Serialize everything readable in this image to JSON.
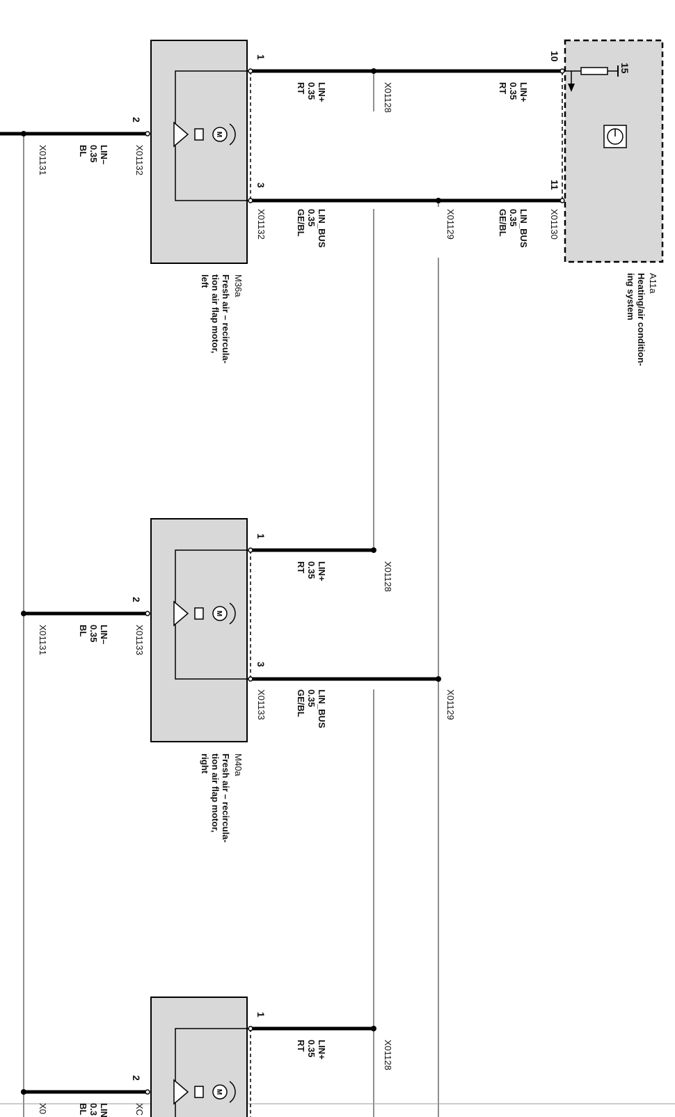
{
  "control_unit": {
    "id": "A11a",
    "name_lines": [
      "Heating/air condition-",
      "ing system"
    ],
    "pin_top": "10",
    "pin_bottom": "11",
    "pin_supply": "15",
    "connector": "X01130",
    "wire_top": [
      "LIN+",
      "0.35",
      "RT"
    ],
    "wire_bottom": [
      "LIN_BUS",
      "0.35",
      "GE/BL"
    ]
  },
  "splices": {
    "lin_plus": "X01128",
    "lin_bus": "X01129",
    "lin_minus": "X01131"
  },
  "motors": [
    {
      "id": "M36a",
      "name_lines": [
        "Fresh air – recircula-",
        "tion air flap motor,",
        "left"
      ],
      "connector": "X01132",
      "pins": [
        "1",
        "2",
        "3"
      ],
      "wire_pin1": [
        "LIN+",
        "0.35",
        "RT"
      ],
      "wire_pin2": [
        "LIN–",
        "0.35",
        "BL"
      ],
      "wire_pin3": [
        "LIN_BUS",
        "0.35",
        "GE/BL"
      ]
    },
    {
      "id": "M40a",
      "name_lines": [
        "Fresh air – recircula-",
        "tion air flap motor,",
        "right"
      ],
      "connector": "X01133",
      "pins": [
        "1",
        "2",
        "3"
      ],
      "wire_pin1": [
        "LIN+",
        "0.35",
        "RT"
      ],
      "wire_pin2": [
        "LIN–",
        "0.35",
        "BL"
      ],
      "wire_pin3": [
        "LIN_BUS",
        "0.35",
        "GE/BL"
      ]
    },
    {
      "pins": [
        "1",
        "2"
      ],
      "wire_pin1": [
        "LIN+",
        "0.35",
        "RT"
      ],
      "wire_pin2": [
        "LIN–",
        "0.3",
        "BL"
      ],
      "connector": "XC"
    }
  ],
  "colors": {
    "module_fill": "#d8d8d8",
    "wire": "#000000"
  }
}
